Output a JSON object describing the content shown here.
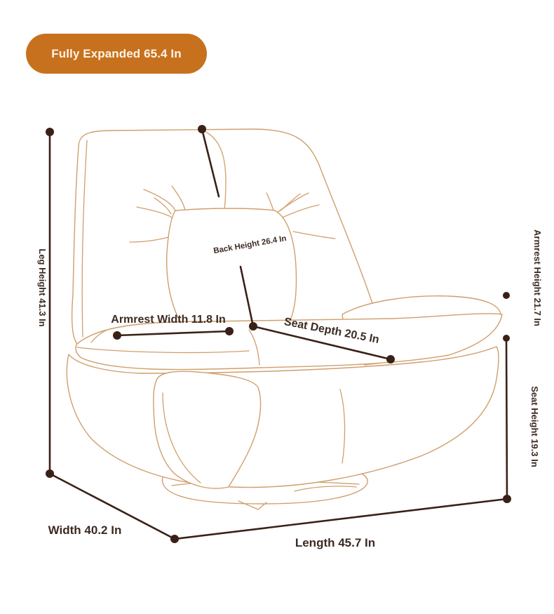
{
  "badge": {
    "label": "Fully Expanded 65.4 In"
  },
  "colors": {
    "accent": "#c7711f",
    "line": "#3a2117",
    "outline": "#cf9f6c",
    "text": "#3d2b22"
  },
  "dimensions": {
    "leg_height": "Leg Height 41.3 In",
    "back_height": "Back Height 26.4 In",
    "armrest_width": "Armrest Width 11.8 In",
    "seat_depth": "Seat Depth 20.5 In",
    "armrest_height": "Armrest Height 21.7 In",
    "seat_height": "Seat Height 19.3 In",
    "width": "Width 40.2 In",
    "length": "Length 45.7 In"
  }
}
